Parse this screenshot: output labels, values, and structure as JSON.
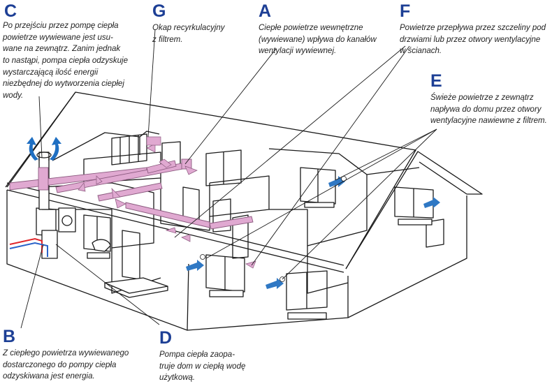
{
  "callouts": {
    "c": {
      "letter": "C",
      "text": "Po przejściu przez pompę ciepła\npowietrze wywiewane jest usu-\nwane na zewnątrz. Zanim jednak\nto nastąpi, pompa ciepła odzyskuje\nwystarczającą ilość energii\nniezbędnej do wytworzenia ciepłej\nwody."
    },
    "g": {
      "letter": "G",
      "text": "Okap recyrkulacyjny\nz filtrem."
    },
    "a": {
      "letter": "A",
      "text": "Ciepłe powietrze wewnętrzne\n(wywiewane) wpływa do kanałów\nwentylacji wywiewnej."
    },
    "f": {
      "letter": "F",
      "text": "Powietrze przepływa przez szczeliny pod\ndrzwiami lub przez otwory wentylacyjne\nw ścianach."
    },
    "e": {
      "letter": "E",
      "text": "Świeże powietrze z zewnątrz\nnapływa do domu przez otwory\nwentylacyjne nawiewne z filtrem."
    },
    "b": {
      "letter": "B",
      "text": "Z ciepłego powietrza wywiewanego\ndostarczonego do pompy ciepła\nodzyskiwana jest energia."
    },
    "d": {
      "letter": "D",
      "text": "Pompa ciepła zaopa-\ntruje dom w ciepłą wodę\nużytkową."
    }
  },
  "colors": {
    "letter": "#1d3f95",
    "exhaust_duct": "#e0a9d1",
    "exhaust_outline": "#8b5a7f",
    "fresh_air_arrow": "#2f78c4",
    "exhaust_arrow": "#1f6fc2",
    "hot_pipe": "#e0262b",
    "cold_pipe": "#2a63c9",
    "line": "#1a1a1a"
  },
  "icons": [
    "exhaust-arrow-icon",
    "fresh-air-arrow-icon",
    "heat-pump-icon"
  ]
}
